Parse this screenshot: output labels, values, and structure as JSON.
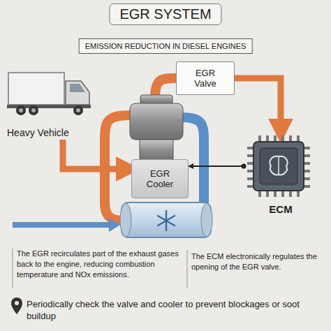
{
  "diagram": {
    "title": "EGR SYSTEM",
    "nodes": [
      {
        "text": [
          "Heavy Vehicle"
        ]
      },
      {
        "text": [
          "EGR Valve"
        ]
      },
      {
        "text": [
          "EGR Cooler"
        ]
      },
      {
        "text": [
          "ECM"
        ]
      }
    ],
    "edges": [
      {
        "from": 0,
        "to": 2,
        "arrow": "to"
      },
      {
        "from": 1,
        "to": 3,
        "arrow": "to"
      },
      {
        "from": 3,
        "to": 2,
        "arrow": "to"
      }
    ],
    "labels": [
      "EMISSION REDUCTION IN DIESEL ENGINES",
      "The EGR recirculates part of the exhaust gases back to the engine, reducing combustion temperature and NOx emissions.",
      "The ECM electronically regulates the opening of the EGR valve.",
      "Periodically check the valve and cooler to prevent blockages or soot buildup"
    ]
  }
}
